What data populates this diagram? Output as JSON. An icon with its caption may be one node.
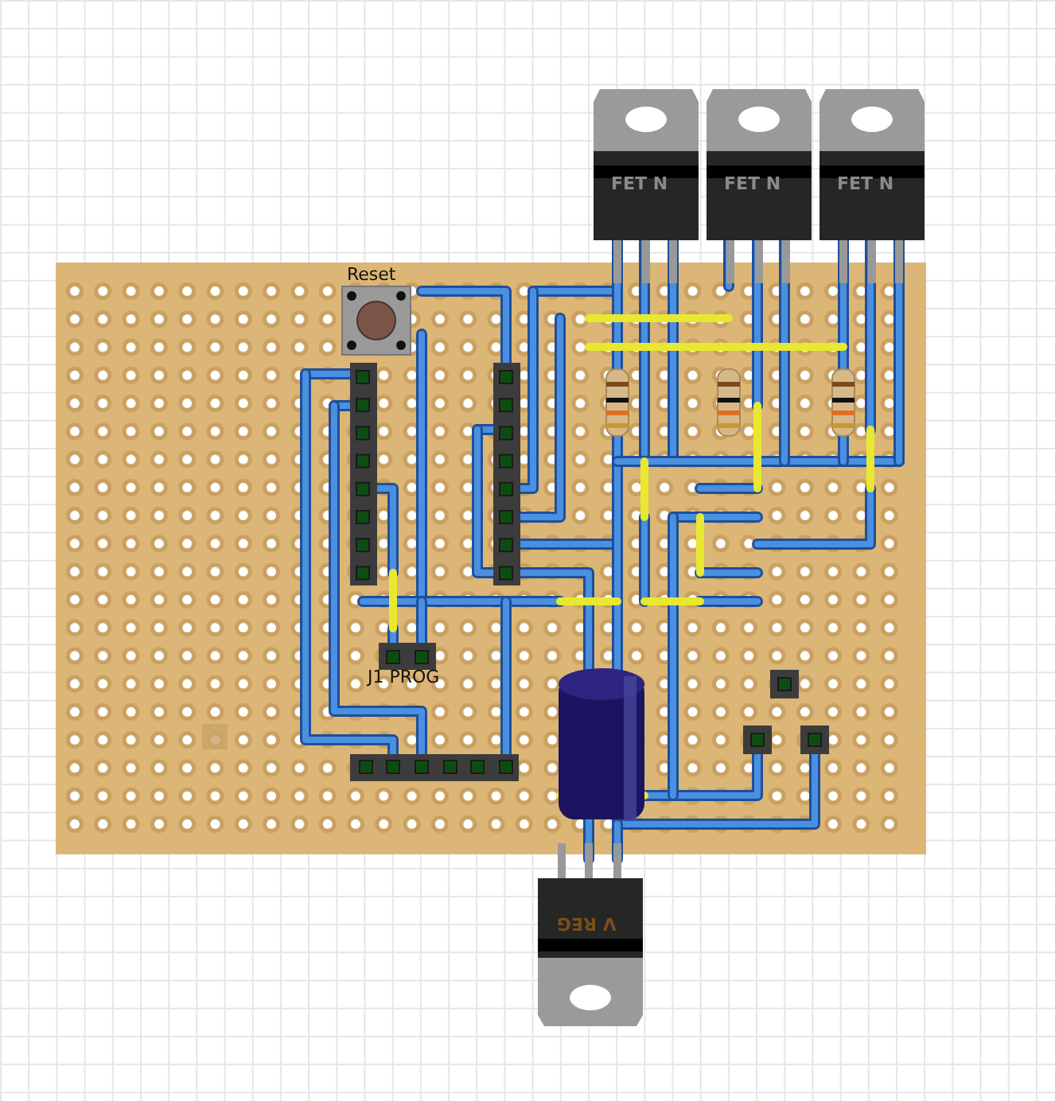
{
  "diagram": {
    "labels": [
      "FET N",
      "FET N",
      "FET N",
      "Reset",
      "J1 PROG",
      "V REG"
    ]
  }
}
